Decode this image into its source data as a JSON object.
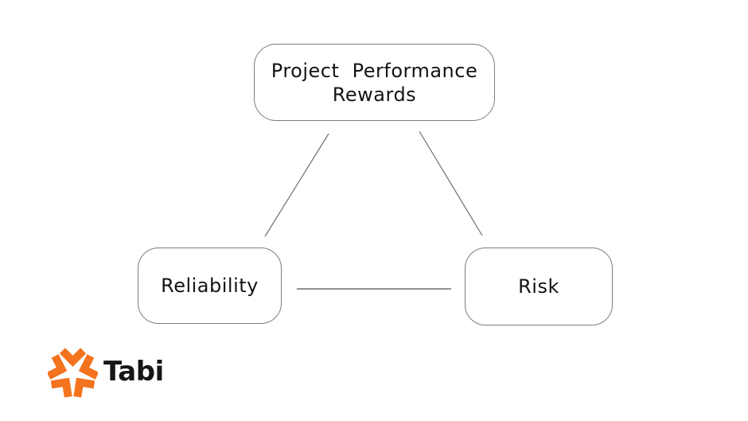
{
  "diagram": {
    "nodes": {
      "rewards": {
        "line1": "Project  Performance",
        "line2": "Rewards"
      },
      "reliability": {
        "label": "Reliability"
      },
      "risk": {
        "label": "Risk"
      }
    },
    "connections": [
      {
        "from": "Project Performance Rewards",
        "to": "Reliability"
      },
      {
        "from": "Project Performance Rewards",
        "to": "Risk"
      },
      {
        "from": "Reliability",
        "to": "Risk"
      }
    ]
  },
  "logo": {
    "text": "Tabi",
    "icon": "chevron-star-icon",
    "icon_color": "#F4731F",
    "text_color": "#161616"
  },
  "colors": {
    "background": "#ffffff",
    "node_border": "#7d7d7d",
    "connector_line": "#6e6e6e",
    "node_text": "#141414"
  }
}
